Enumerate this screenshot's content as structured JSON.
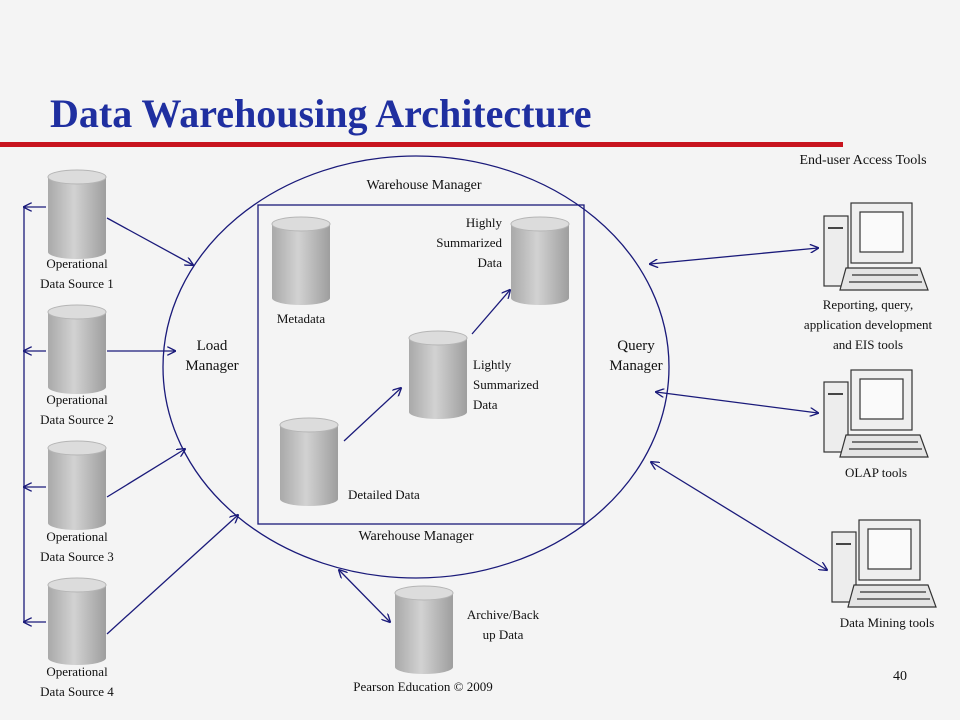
{
  "title": "Data Warehousing Architecture",
  "sources": [
    {
      "label": "Operational\nData Source 1"
    },
    {
      "label": "Operational\nData Source 2"
    },
    {
      "label": "Operational\nData Source 3"
    },
    {
      "label": "Operational\nData Source 4"
    }
  ],
  "load_manager": "Load\nManager",
  "query_manager": "Query\nManager",
  "warehouse_manager_top": "Warehouse Manager",
  "warehouse_manager_bottom": "Warehouse Manager",
  "stores": {
    "metadata": "Metadata",
    "highly_summarized": "Highly\nSummarized\nData",
    "lightly_summarized": "Lightly\nSummarized\nData",
    "detailed": "Detailed Data",
    "archive": "Archive/Back\nup Data"
  },
  "tools_heading": "End-user Access Tools",
  "tools": [
    {
      "label": "Reporting, query,\napplication development\nand EIS tools"
    },
    {
      "label": "OLAP tools"
    },
    {
      "label": "Data Mining tools"
    }
  ],
  "footer": "Pearson Education © 2009",
  "page_number": "40",
  "colors": {
    "title": "#1f2fa0",
    "rule": "#c8141e",
    "line": "#1a1a7a",
    "cylinder": "#c4c4c4"
  }
}
